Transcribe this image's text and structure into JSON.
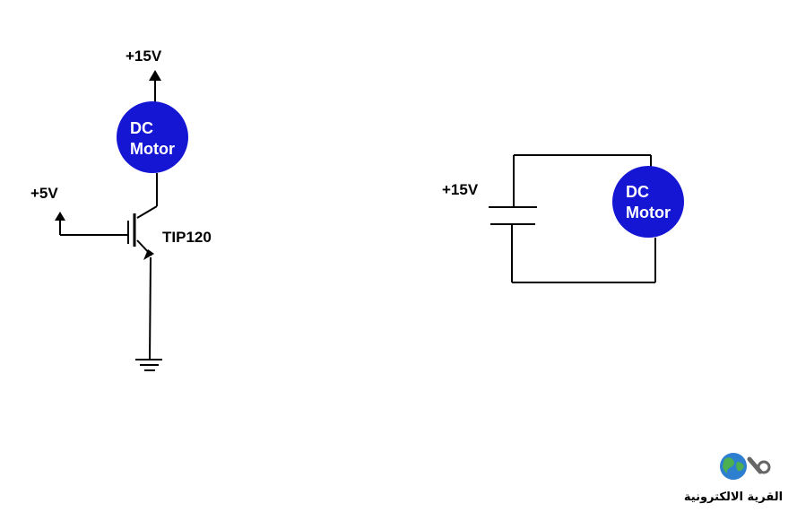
{
  "circuit1": {
    "supply_label": "+15V",
    "motor_line1": "DC",
    "motor_line2": "Motor",
    "base_label": "+5V",
    "transistor_label": "TIP120"
  },
  "circuit2": {
    "supply_label": "+15V",
    "motor_line1": "DC",
    "motor_line2": "Motor"
  },
  "logo": {
    "text": "القرية الالكترونية"
  },
  "colors": {
    "motor_fill": "#1515d4",
    "wire": "#000000",
    "background": "#ffffff"
  }
}
